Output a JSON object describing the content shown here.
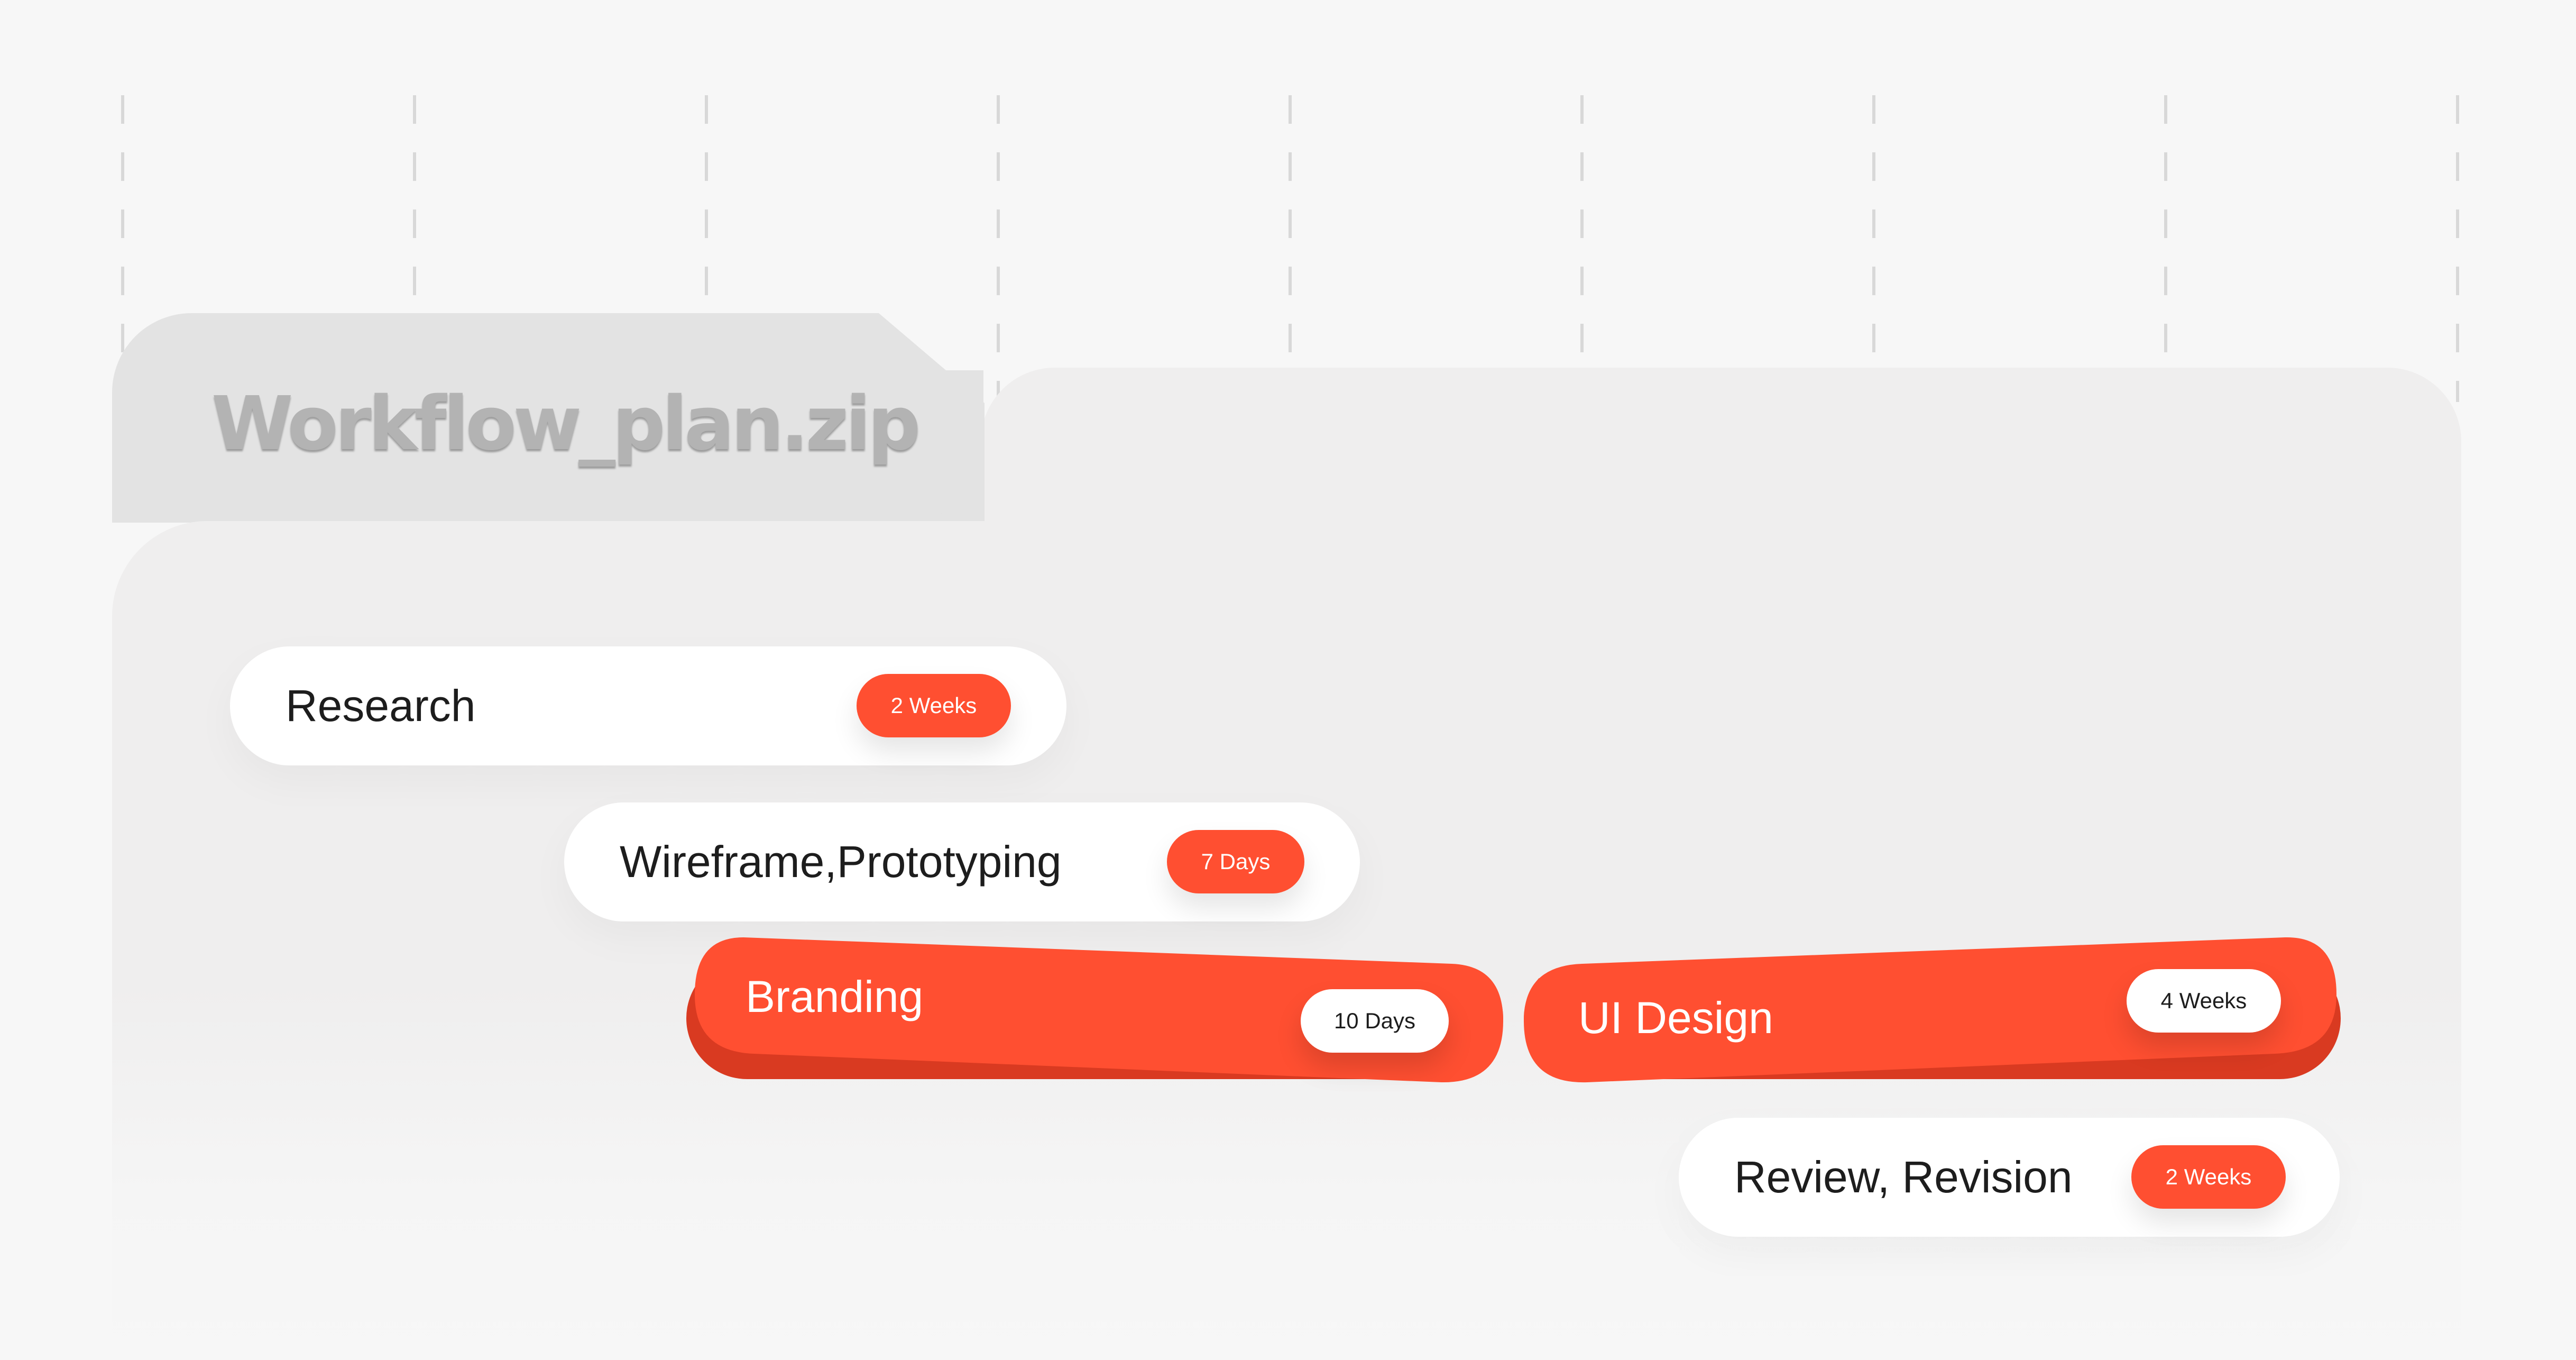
{
  "folder": {
    "title": "Workflow_plan.zip"
  },
  "tasks": [
    {
      "label": "Research",
      "duration": "2 Weeks",
      "style": "white"
    },
    {
      "label": "Wireframe,Prototyping",
      "duration": "7 Days",
      "style": "white"
    },
    {
      "label": "Branding",
      "duration": "10 Days",
      "style": "orange"
    },
    {
      "label": "UI Design",
      "duration": "4 Weeks",
      "style": "orange"
    },
    {
      "label": "Review, Revision",
      "duration": "2 Weeks",
      "style": "white"
    }
  ],
  "colors": {
    "accent": "#ff4f31",
    "accent_shadow": "#d93a21",
    "background": "#f7f7f7",
    "folder": "#efeeee",
    "folder_tab": "#e3e3e3",
    "text": "#1d1d1d"
  }
}
